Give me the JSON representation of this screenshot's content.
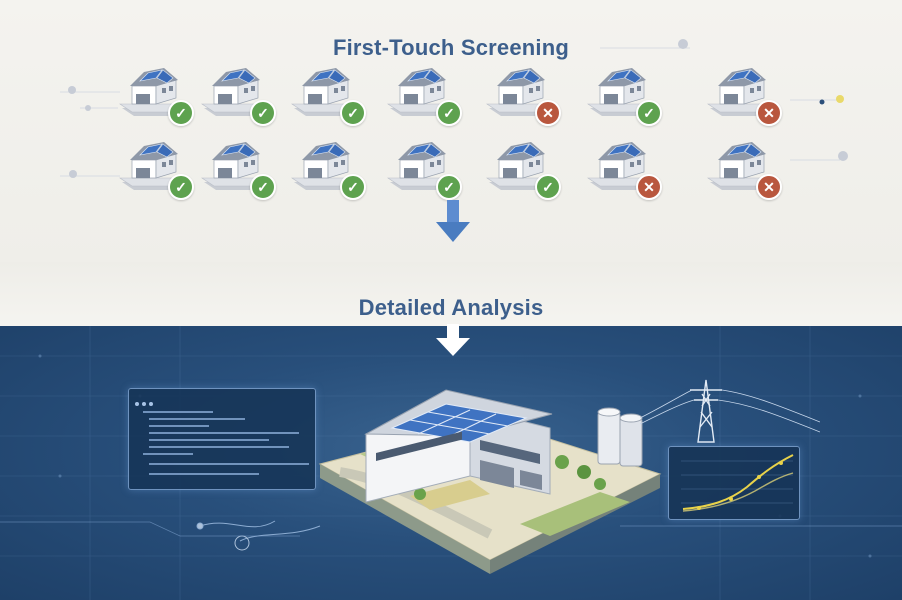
{
  "titles": {
    "screening": "First-Touch Screening",
    "analysis": "Detailed Analysis"
  },
  "screening_grid": {
    "rows": [
      [
        "pass",
        "pass",
        "pass",
        "pass",
        "fail",
        "pass",
        "fail"
      ],
      [
        "pass",
        "pass",
        "pass",
        "pass",
        "pass",
        "fail",
        "fail"
      ]
    ],
    "pass_symbol": "✓",
    "fail_symbol": "✕"
  },
  "icons": {
    "house": "house-with-solar-panels-icon",
    "pass": "check-icon",
    "fail": "cross-icon",
    "flow_arrow": "arrow-down-icon",
    "facility": "commercial-building-with-solar-roof-icon",
    "tanks": "storage-tanks-icon",
    "pylon": "transmission-tower-icon",
    "code": "code-panel-icon",
    "graph": "line-graph-panel-icon"
  },
  "colors": {
    "title": "#3d5f8c",
    "pass": "#5ea24f",
    "fail": "#b9573e",
    "arrow": "#4a7cc0",
    "dark_bg": "#284f7b",
    "solar_panel": "#3f73c2",
    "graph_line": "#e8d24a"
  }
}
